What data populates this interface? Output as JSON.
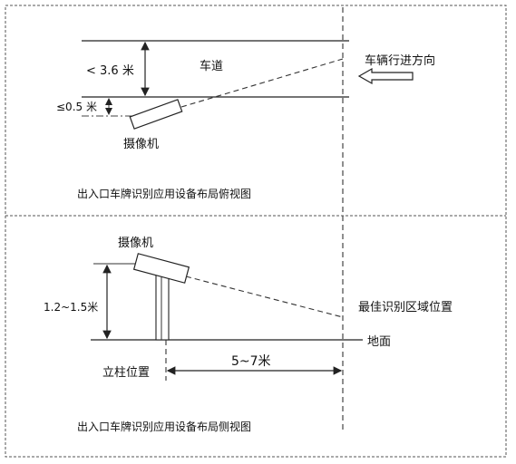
{
  "top_view": {
    "lane_width": "< 3.6 米",
    "lane_label": "车道",
    "offset": "≤0.5 米",
    "camera_label": "摄像机",
    "direction_label": "车辆行进方向",
    "caption": "出入口车牌识别应用设备布局俯视图"
  },
  "side_view": {
    "camera_label": "摄像机",
    "height": "1.2~1.5米",
    "best_zone_label": "最佳识别区域位置",
    "ground_label": "地面",
    "distance": "5~7米",
    "pillar_label": "立柱位置",
    "caption": "出入口车牌识别应用设备布局侧视图"
  }
}
